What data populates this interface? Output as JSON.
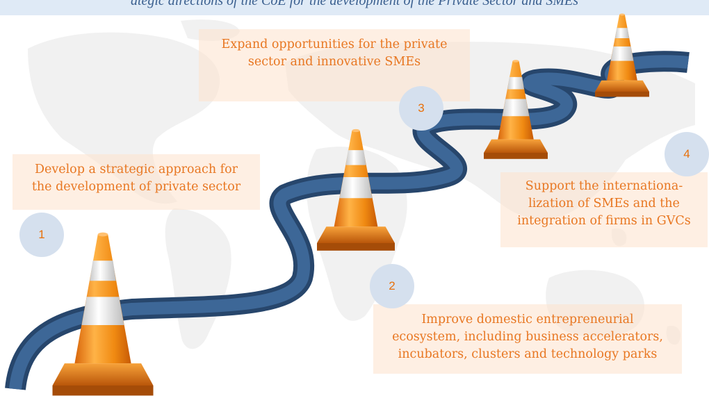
{
  "banner": {
    "text": "ategic directions of the CoE for the development of the Private Sector and SMEs"
  },
  "steps": [
    {
      "number": "1",
      "lines": [
        "Develop a strategic approach for",
        "the development of private sector"
      ]
    },
    {
      "number": "2",
      "lines": [
        "Improve domestic entrepreneurial",
        "ecosystem, including business accelerators,",
        "incubators, clusters and technology parks"
      ]
    },
    {
      "number": "3",
      "lines": [
        "Expand opportunities for the private",
        "sector and innovative SMEs"
      ]
    },
    {
      "number": "4",
      "lines": [
        "Support the internationa-",
        "lization of SMEs and the",
        "integration of firms in GVCs"
      ]
    }
  ],
  "colors": {
    "road": "#3d6797",
    "road_edge": "#27466c",
    "cone_orange": "#f08a12",
    "cone_stripe": "#ededed",
    "text_orange": "#e87722",
    "box_bg": "#fde2cc",
    "circle_bg": "#d5e0ee",
    "banner_bg": "#dfeaf6",
    "banner_text": "#3a5f8f"
  },
  "icons": [
    "world-map-icon",
    "road-icon",
    "traffic-cone-icon"
  ]
}
